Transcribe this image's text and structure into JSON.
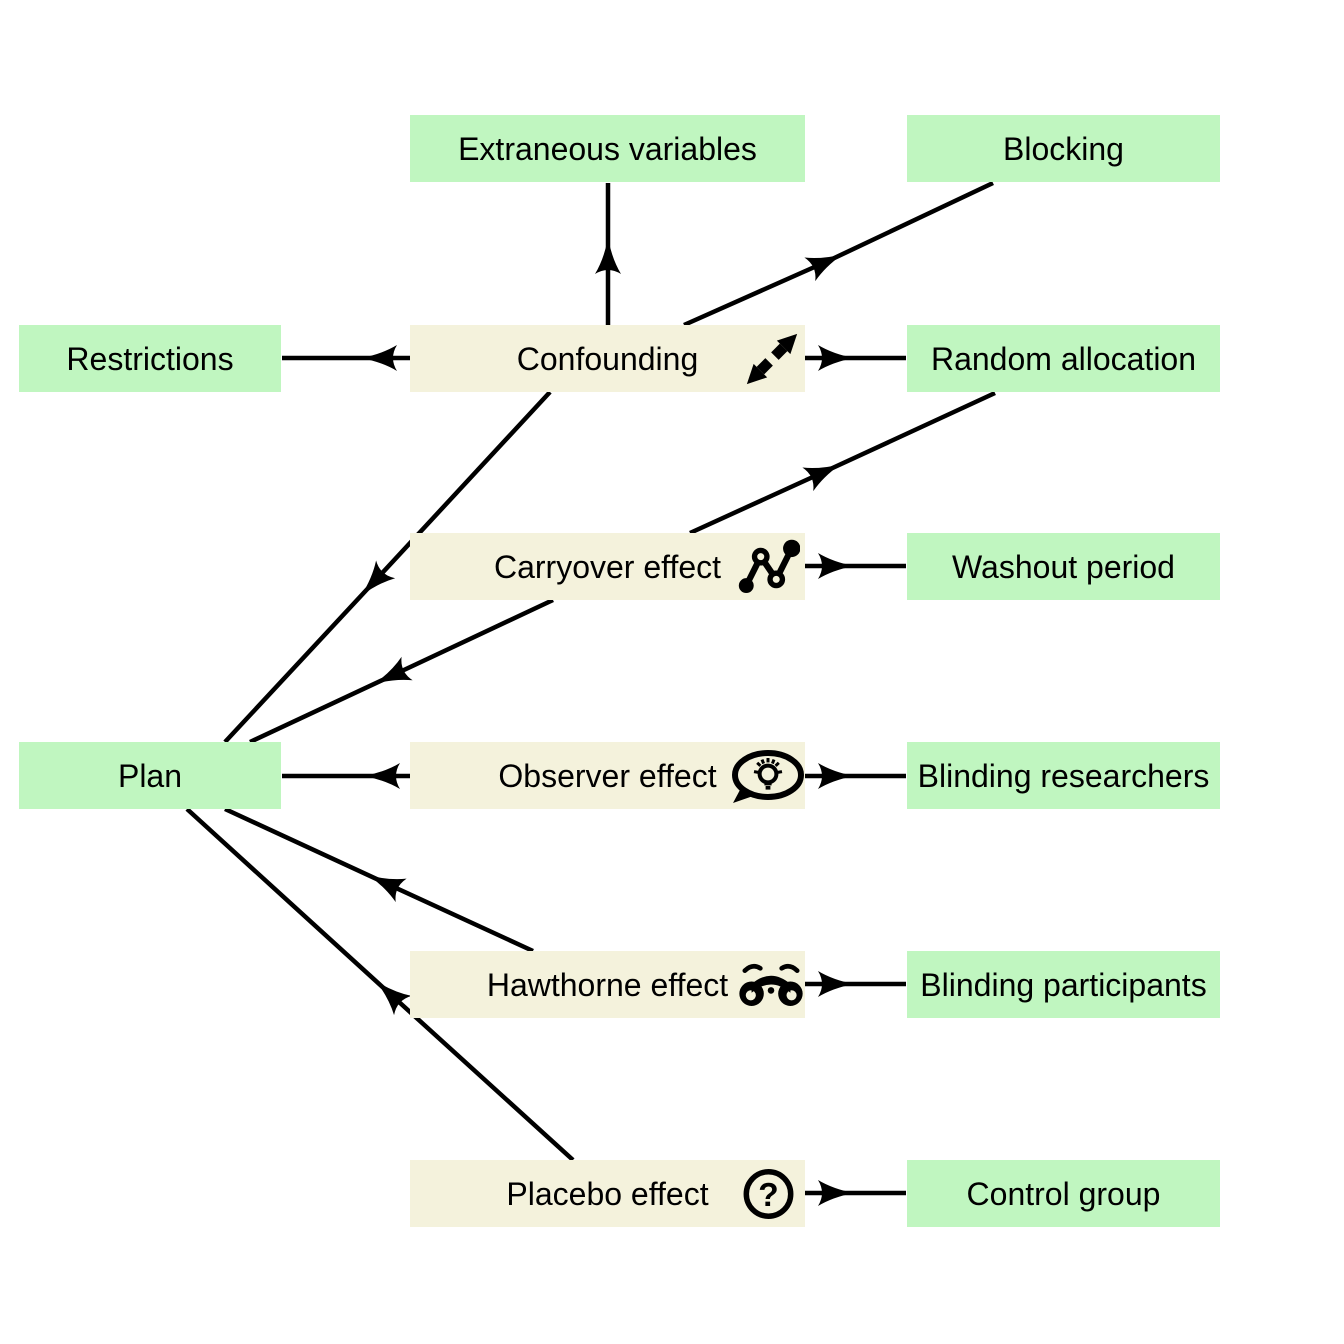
{
  "diagram": {
    "title": "",
    "colors": {
      "background": "#ffffff",
      "solution_box": "#c0f6c0",
      "problem_box": "#f4f2dc",
      "line": "#000000",
      "text": "#000000"
    },
    "nodes": [
      {
        "id": "extraneous-variables",
        "label": "Extraneous variables",
        "kind": "solution"
      },
      {
        "id": "blocking",
        "label": "Blocking",
        "kind": "solution"
      },
      {
        "id": "restrictions",
        "label": "Restrictions",
        "kind": "solution"
      },
      {
        "id": "confounding",
        "label": "Confounding",
        "kind": "problem",
        "icon": "double-diagonal-arrow-icon"
      },
      {
        "id": "random-allocation",
        "label": "Random allocation",
        "kind": "solution"
      },
      {
        "id": "carryover-effect",
        "label": "Carryover effect",
        "kind": "problem",
        "icon": "line-chart-icon"
      },
      {
        "id": "washout-period",
        "label": "Washout period",
        "kind": "solution"
      },
      {
        "id": "plan",
        "label": "Plan",
        "kind": "solution"
      },
      {
        "id": "observer-effect",
        "label": "Observer effect",
        "kind": "problem",
        "icon": "idea-speech-bubble-icon"
      },
      {
        "id": "blinding-researchers",
        "label": "Blinding researchers",
        "kind": "solution"
      },
      {
        "id": "hawthorne-effect",
        "label": "Hawthorne effect",
        "kind": "problem",
        "icon": "binoculars-icon"
      },
      {
        "id": "blinding-participants",
        "label": "Blinding participants",
        "kind": "solution"
      },
      {
        "id": "placebo-effect",
        "label": "Placebo effect",
        "kind": "problem",
        "icon": "question-circle-icon",
        "icon_glyph": "?"
      },
      {
        "id": "control-group",
        "label": "Control group",
        "kind": "solution"
      }
    ],
    "connections": [
      {
        "from": "confounding",
        "to": "extraneous-variables"
      },
      {
        "from": "confounding",
        "to": "blocking"
      },
      {
        "from": "confounding",
        "to": "restrictions"
      },
      {
        "from": "confounding",
        "to": "random-allocation"
      },
      {
        "from": "confounding",
        "to": "plan"
      },
      {
        "from": "carryover-effect",
        "to": "random-allocation"
      },
      {
        "from": "carryover-effect",
        "to": "washout-period"
      },
      {
        "from": "carryover-effect",
        "to": "plan"
      },
      {
        "from": "observer-effect",
        "to": "blinding-researchers"
      },
      {
        "from": "observer-effect",
        "to": "plan"
      },
      {
        "from": "hawthorne-effect",
        "to": "blinding-participants"
      },
      {
        "from": "hawthorne-effect",
        "to": "plan"
      },
      {
        "from": "placebo-effect",
        "to": "control-group"
      },
      {
        "from": "placebo-effect",
        "to": "plan"
      }
    ]
  }
}
